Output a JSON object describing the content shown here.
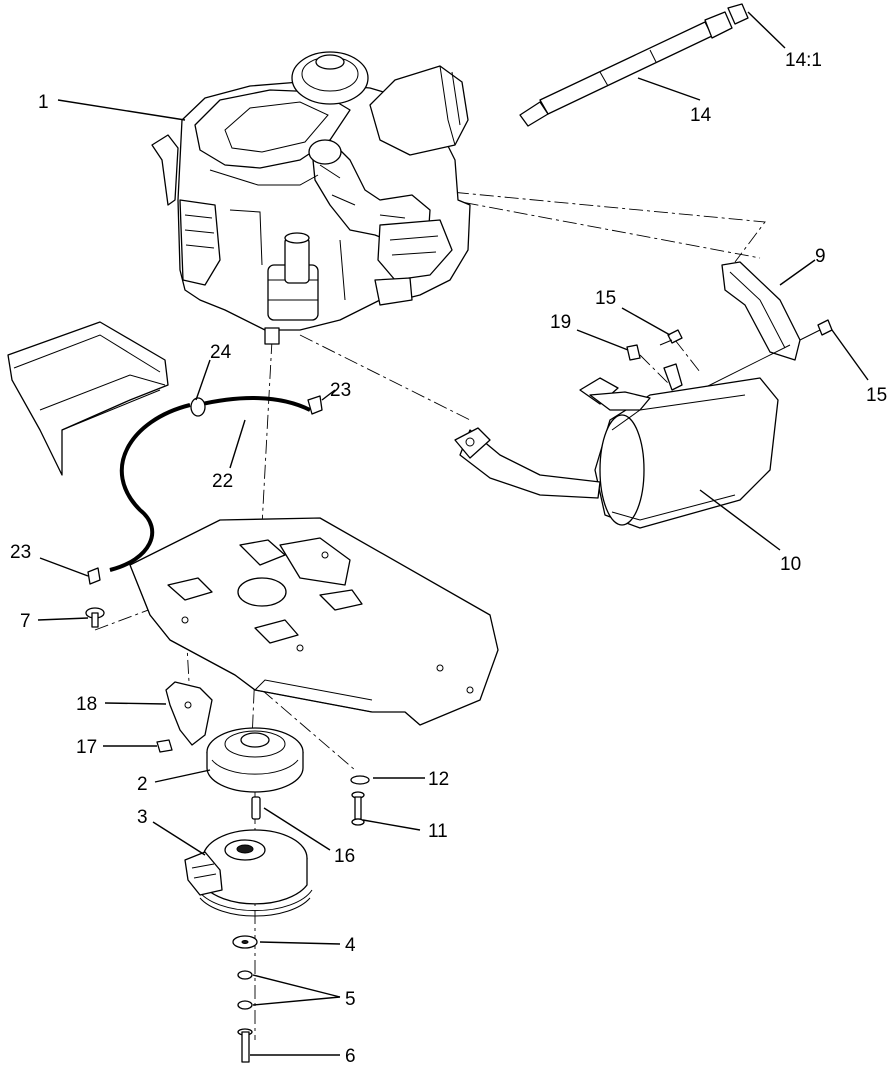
{
  "callouts": [
    {
      "id": "c1",
      "label": "1"
    },
    {
      "id": "c14-1",
      "label": "14:1"
    },
    {
      "id": "c14",
      "label": "14"
    },
    {
      "id": "c9",
      "label": "9"
    },
    {
      "id": "c15a",
      "label": "15"
    },
    {
      "id": "c19",
      "label": "19"
    },
    {
      "id": "c15b",
      "label": "15"
    },
    {
      "id": "c24",
      "label": "24"
    },
    {
      "id": "c23a",
      "label": "23"
    },
    {
      "id": "c22",
      "label": "22"
    },
    {
      "id": "c10",
      "label": "10"
    },
    {
      "id": "c23b",
      "label": "23"
    },
    {
      "id": "c7",
      "label": "7"
    },
    {
      "id": "c18",
      "label": "18"
    },
    {
      "id": "c17",
      "label": "17"
    },
    {
      "id": "c2",
      "label": "2"
    },
    {
      "id": "c12",
      "label": "12"
    },
    {
      "id": "c11",
      "label": "11"
    },
    {
      "id": "c3",
      "label": "3"
    },
    {
      "id": "c16",
      "label": "16"
    },
    {
      "id": "c4",
      "label": "4"
    },
    {
      "id": "c5",
      "label": "5"
    },
    {
      "id": "c6",
      "label": "6"
    }
  ]
}
